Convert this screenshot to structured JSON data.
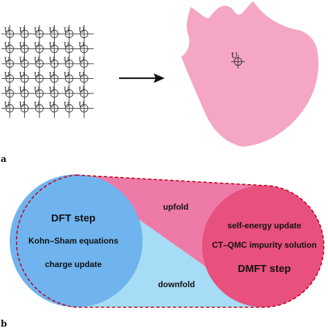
{
  "lattice": {
    "site_label": "U",
    "rows": 6,
    "cols": 6
  },
  "impurity": {
    "site_label": "U"
  },
  "panel_labels": {
    "a": "a",
    "b": "b"
  },
  "dft": {
    "title": "DFT step",
    "line1": "Kohn–Sham equations",
    "line2": "charge update"
  },
  "dmft": {
    "title": "DMFT step",
    "line1": "self-energy update",
    "line2": "CT–QMC impurity solution"
  },
  "upfold_label": "upfold",
  "downfold_label": "downfold",
  "colors": {
    "blob": "#f4a6c4",
    "dft_circle": "#6fb4ee",
    "dmft_circle": "#e8507e",
    "upfold_region": "#ee7aa8",
    "downfold_region": "#a6dcf5",
    "dashed_outline": "#c0001a",
    "lattice_line": "#444444"
  },
  "icons": {
    "arrow": "right-arrow-icon",
    "crosshair": "crosshair-icon"
  }
}
